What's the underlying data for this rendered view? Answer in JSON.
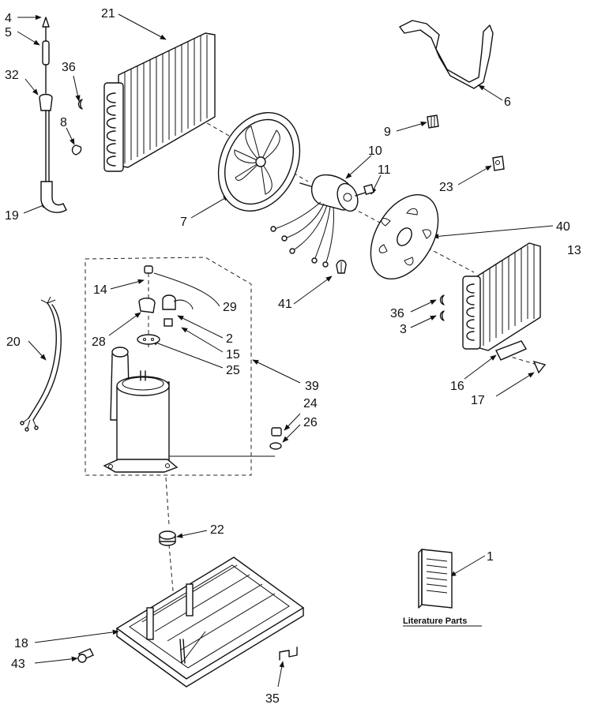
{
  "callouts": [
    {
      "id": "c4",
      "text": "4"
    },
    {
      "id": "c5",
      "text": "5"
    },
    {
      "id": "c32",
      "text": "32"
    },
    {
      "id": "c36a",
      "text": "36"
    },
    {
      "id": "c8",
      "text": "8"
    },
    {
      "id": "c19",
      "text": "19"
    },
    {
      "id": "c21",
      "text": "21"
    },
    {
      "id": "c7",
      "text": "7"
    },
    {
      "id": "c6",
      "text": "6"
    },
    {
      "id": "c9",
      "text": "9"
    },
    {
      "id": "c10",
      "text": "10"
    },
    {
      "id": "c11",
      "text": "11"
    },
    {
      "id": "c23",
      "text": "23"
    },
    {
      "id": "c40",
      "text": "40"
    },
    {
      "id": "c13",
      "text": "13"
    },
    {
      "id": "c41",
      "text": "41"
    },
    {
      "id": "c36b",
      "text": "36"
    },
    {
      "id": "c3",
      "text": "3"
    },
    {
      "id": "c14",
      "text": "14"
    },
    {
      "id": "c29",
      "text": "29"
    },
    {
      "id": "c28",
      "text": "28"
    },
    {
      "id": "c2",
      "text": "2"
    },
    {
      "id": "c15",
      "text": "15"
    },
    {
      "id": "c25",
      "text": "25"
    },
    {
      "id": "c20",
      "text": "20"
    },
    {
      "id": "c39",
      "text": "39"
    },
    {
      "id": "c24",
      "text": "24"
    },
    {
      "id": "c26",
      "text": "26"
    },
    {
      "id": "c16",
      "text": "16"
    },
    {
      "id": "c17",
      "text": "17"
    },
    {
      "id": "c22",
      "text": "22"
    },
    {
      "id": "c1",
      "text": "1"
    },
    {
      "id": "c18",
      "text": "18"
    },
    {
      "id": "c43",
      "text": "43"
    },
    {
      "id": "c35",
      "text": "35"
    }
  ],
  "literature_label": "Literature Parts"
}
